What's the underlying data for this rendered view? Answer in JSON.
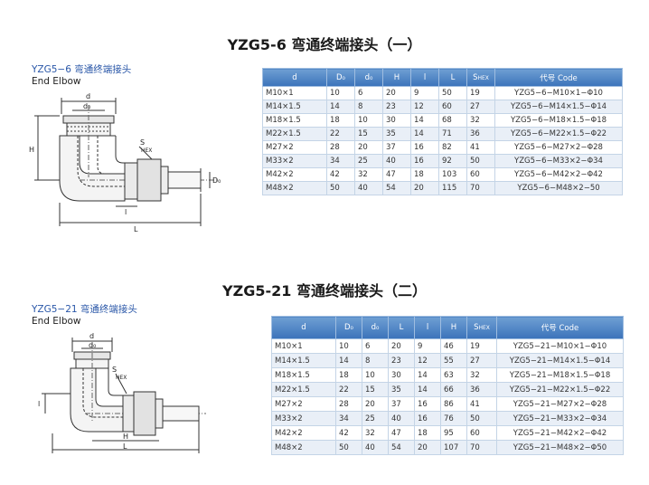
{
  "section1": {
    "title": "YZG5-6 弯通终端接头（一）",
    "subtitle_cn": "YZG5−6 弯通终端接头",
    "subtitle_en": "End Elbow",
    "drawing_labels": {
      "d": "d",
      "d0": "d₀",
      "H": "H",
      "S": "S",
      "HEX": "HEX",
      "D0": "D₀",
      "l": "l",
      "L": "L"
    },
    "table": {
      "headers": [
        "d",
        "D₀",
        "d₀",
        "H",
        "l",
        "L",
        "S",
        "代号 Code"
      ],
      "header_sub": "HEX",
      "rows": [
        [
          "M10×1",
          "10",
          "6",
          "20",
          "9",
          "50",
          "19",
          "YZG5−6−M10×1−Φ10"
        ],
        [
          "M14×1.5",
          "14",
          "8",
          "23",
          "12",
          "60",
          "27",
          "YZG5−6−M14×1.5−Φ14"
        ],
        [
          "M18×1.5",
          "18",
          "10",
          "30",
          "14",
          "68",
          "32",
          "YZG5−6−M18×1.5−Φ18"
        ],
        [
          "M22×1.5",
          "22",
          "15",
          "35",
          "14",
          "71",
          "36",
          "YZG5−6−M22×1.5−Φ22"
        ],
        [
          "M27×2",
          "28",
          "20",
          "37",
          "16",
          "82",
          "41",
          "YZG5−6−M27×2−Φ28"
        ],
        [
          "M33×2",
          "34",
          "25",
          "40",
          "16",
          "92",
          "50",
          "YZG5−6−M33×2−Φ34"
        ],
        [
          "M42×2",
          "42",
          "32",
          "47",
          "18",
          "103",
          "60",
          "YZG5−6−M42×2−Φ42"
        ],
        [
          "M48×2",
          "50",
          "40",
          "54",
          "20",
          "115",
          "70",
          "YZG5−6−M48×2−50"
        ]
      ]
    }
  },
  "section2": {
    "title": "YZG5-21 弯通终端接头（二）",
    "subtitle_cn": "YZG5−21 弯通终端接头",
    "subtitle_en": "End Elbow",
    "drawing_labels": {
      "d": "d",
      "d0": "d₀",
      "S": "S",
      "HEX": "HEX",
      "l": "l",
      "H": "H",
      "L": "L"
    },
    "table": {
      "headers": [
        "d",
        "D₀",
        "d₀",
        "L",
        "l",
        "H",
        "S",
        "代号 Code"
      ],
      "header_sub": "HEX",
      "rows": [
        [
          "M10×1",
          "10",
          "6",
          "20",
          "9",
          "46",
          "19",
          "YZG5−21−M10×1−Φ10"
        ],
        [
          "M14×1.5",
          "14",
          "8",
          "23",
          "12",
          "55",
          "27",
          "YZG5−21−M14×1.5−Φ14"
        ],
        [
          "M18×1.5",
          "18",
          "10",
          "30",
          "14",
          "63",
          "32",
          "YZG5−21−M18×1.5−Φ18"
        ],
        [
          "M22×1.5",
          "22",
          "15",
          "35",
          "14",
          "66",
          "36",
          "YZG5−21−M22×1.5−Φ22"
        ],
        [
          "M27×2",
          "28",
          "20",
          "37",
          "16",
          "86",
          "41",
          "YZG5−21−M27×2−Φ28"
        ],
        [
          "M33×2",
          "34",
          "25",
          "40",
          "16",
          "76",
          "50",
          "YZG5−21−M33×2−Φ34"
        ],
        [
          "M42×2",
          "42",
          "32",
          "47",
          "18",
          "95",
          "60",
          "YZG5−21−M42×2−Φ42"
        ],
        [
          "M48×2",
          "50",
          "40",
          "54",
          "20",
          "107",
          "70",
          "YZG5−21−M48×2−Φ50"
        ]
      ]
    }
  }
}
